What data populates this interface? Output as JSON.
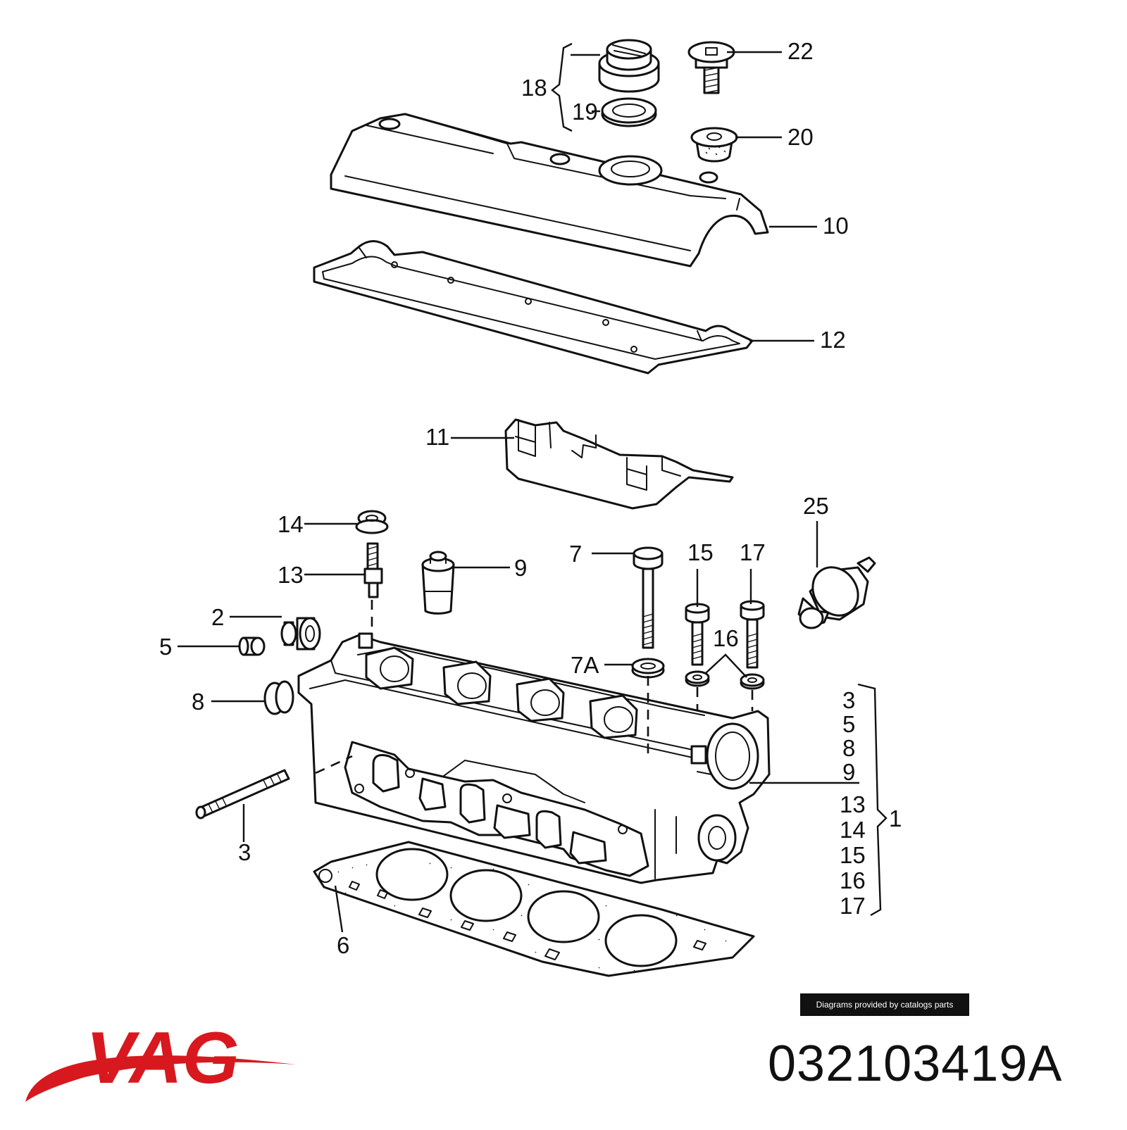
{
  "diagram": {
    "callouts": {
      "c18": "18",
      "c19": "19",
      "c22": "22",
      "c20": "20",
      "c10": "10",
      "c12": "12",
      "c11": "11",
      "c14": "14",
      "c13": "13",
      "c9": "9",
      "c2": "2",
      "c5": "5",
      "c8": "8",
      "c3": "3",
      "c6": "6",
      "c7": "7",
      "c7a": "7A",
      "c15": "15",
      "c17": "17",
      "c16": "16",
      "c25": "25",
      "c1": "1"
    },
    "group_items": [
      "3",
      "5",
      "8",
      "9",
      "13",
      "14",
      "15",
      "16",
      "17"
    ]
  },
  "credit": "Diagrams provided by catalogs parts",
  "brand": {
    "logo_text": "VAG",
    "logo_color": "#d7191f"
  },
  "part_number": "032103419A"
}
